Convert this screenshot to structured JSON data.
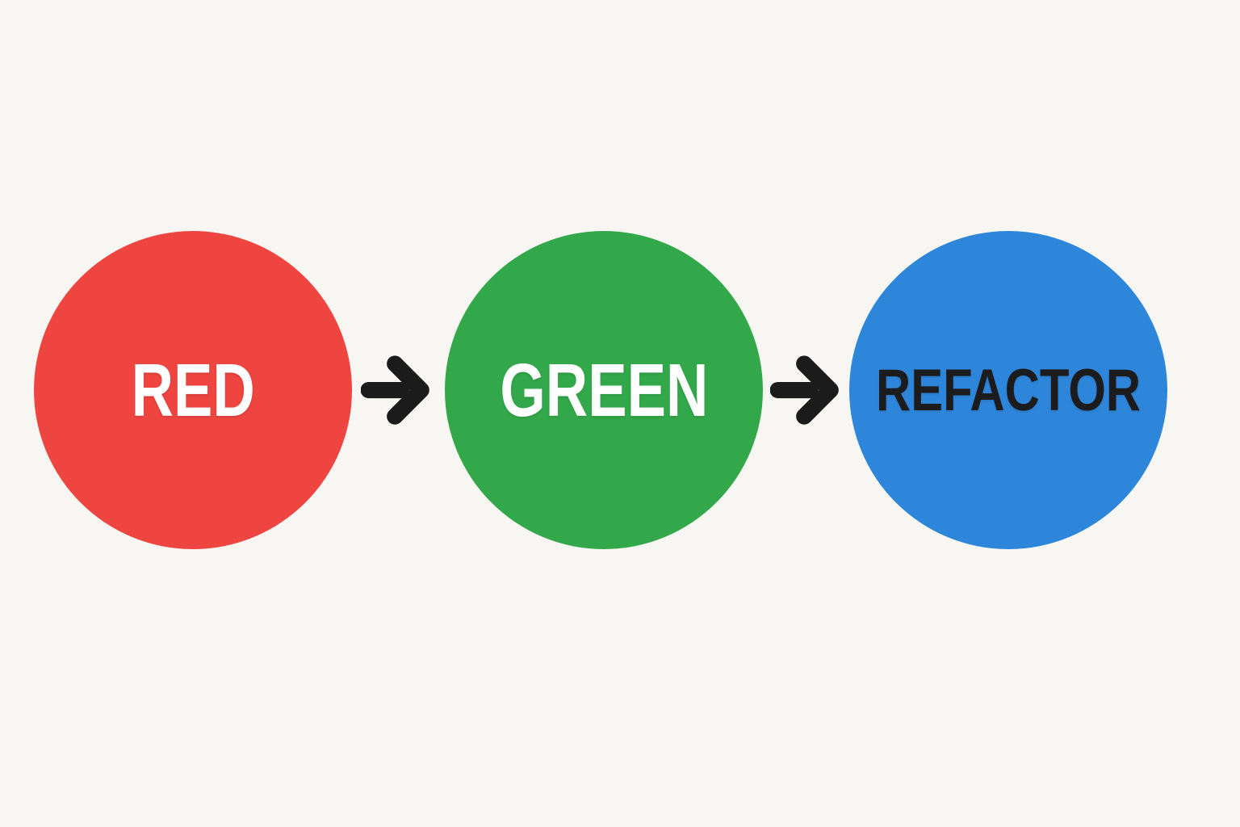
{
  "diagram": {
    "background_color": "#F8F6F2",
    "arrow_color": "#1B1B1B",
    "steps": [
      {
        "label": "RED",
        "circle_color": "#EE4540",
        "label_color": "#FFFFFF"
      },
      {
        "label": "GREEN",
        "circle_color": "#32A84A",
        "label_color": "#FFFFFF"
      },
      {
        "label": "REFACTOR",
        "circle_color": "#2E86DA",
        "label_color": "#1C1C1E"
      }
    ]
  }
}
